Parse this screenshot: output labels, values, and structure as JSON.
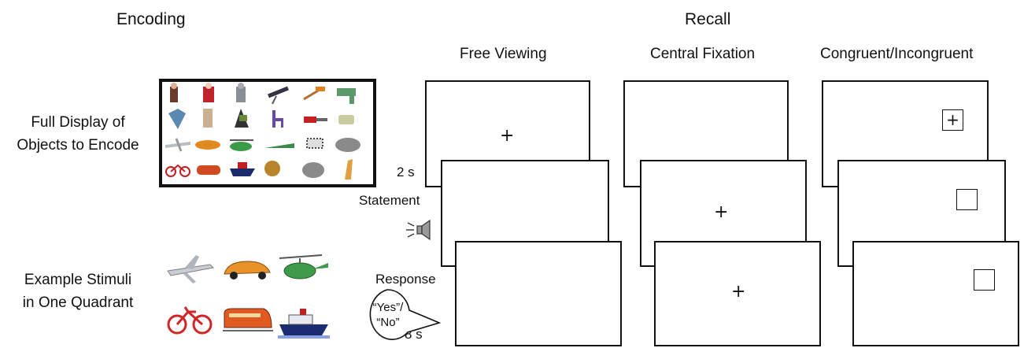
{
  "left": {
    "heading": "Encoding",
    "full_display_line1": "Full Display of",
    "full_display_line2": "Objects to Encode",
    "example_line1": "Example Stimuli",
    "example_line2": "in One Quadrant"
  },
  "right": {
    "heading": "Recall",
    "col_free": "Free Viewing",
    "col_central": "Central Fixation",
    "col_congruent": "Congruent/Incongruent",
    "time_2s": "2 s",
    "statement": "Statement",
    "response": "Response",
    "bubble_line1": "“Yes”/",
    "bubble_line2": "“No”",
    "time_8s": "8 s",
    "fixation": "+"
  },
  "icons": {
    "speaker": "speaker-icon",
    "bubble": "speech-bubble"
  },
  "colors": {
    "frame": "#111111",
    "speaker": "#9a9a9a"
  }
}
